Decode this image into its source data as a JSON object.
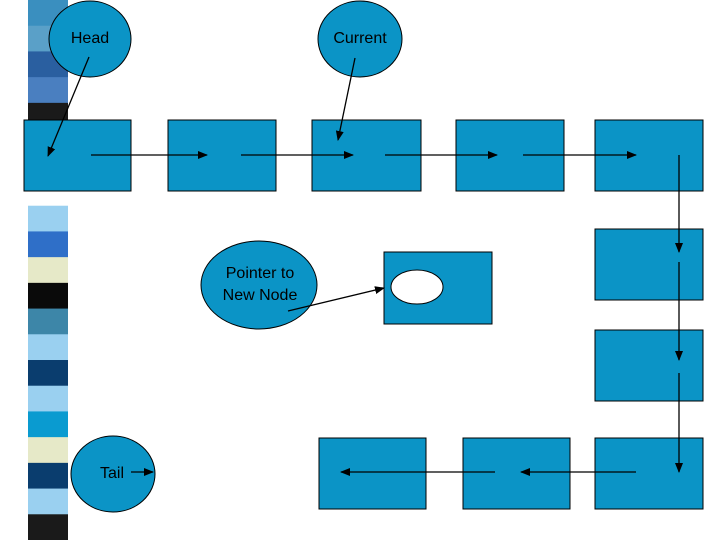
{
  "colors": {
    "node_fill": "#0b94c6",
    "outline": "#000000",
    "background": "#ffffff",
    "stripe": [
      "#3a8fbf",
      "#5aa0c8",
      "#2a5fa0",
      "#4a7fc0",
      "#1a1a1a",
      "#e6e9c8",
      "#0a9bd0",
      "#ffffff",
      "#9ad0f0",
      "#2f6fc8",
      "#e6e9c8",
      "#0a0a0a",
      "#3d86a8",
      "#9ad0f0",
      "#0a3d6e",
      "#9ad0f0",
      "#0a9bd0",
      "#e6e9c8",
      "#0a3d6e",
      "#9ad0f0",
      "#1a1a1a"
    ]
  },
  "labels": {
    "head": "Head",
    "current": "Current",
    "pointer_line1": "Pointer to",
    "pointer_line2": "New Node",
    "tail": "Tail"
  }
}
